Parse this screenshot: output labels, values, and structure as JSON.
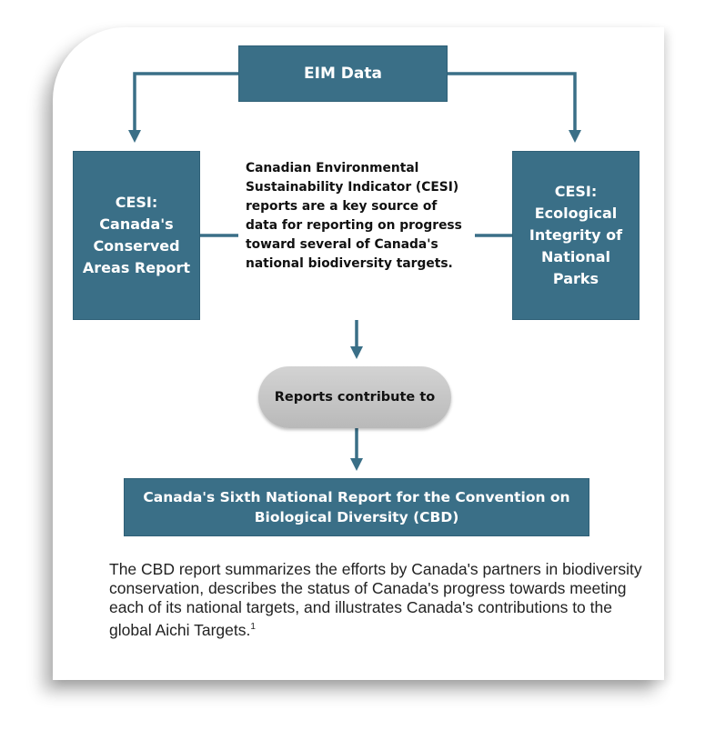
{
  "boxes": {
    "eim": "EIM Data",
    "conserved": "CESI: Canada's Conserved Areas Report",
    "integrity": "CESI: Ecological Integrity of National Parks",
    "cbd": "Canada's Sixth National Report for the Convention on Biological Diversity (CBD)"
  },
  "center_text": "Canadian Environmental Sustainability Indicator (CESI) reports are a key source of data for reporting on progress toward several of Canada's national biodiversity targets.",
  "pill": "Reports contribute to",
  "summary": {
    "text": "The CBD  report summarizes the efforts by Canada's partners in biodiversity conservation, describes the status of Canada's progress towards meeting each of its national targets, and illustrates Canada's contributions to the global Aichi Targets.",
    "footnote": "1"
  },
  "colors": {
    "box": "#3a6f87",
    "arrow": "#3a6f87",
    "pill": "#c4c4c4"
  }
}
